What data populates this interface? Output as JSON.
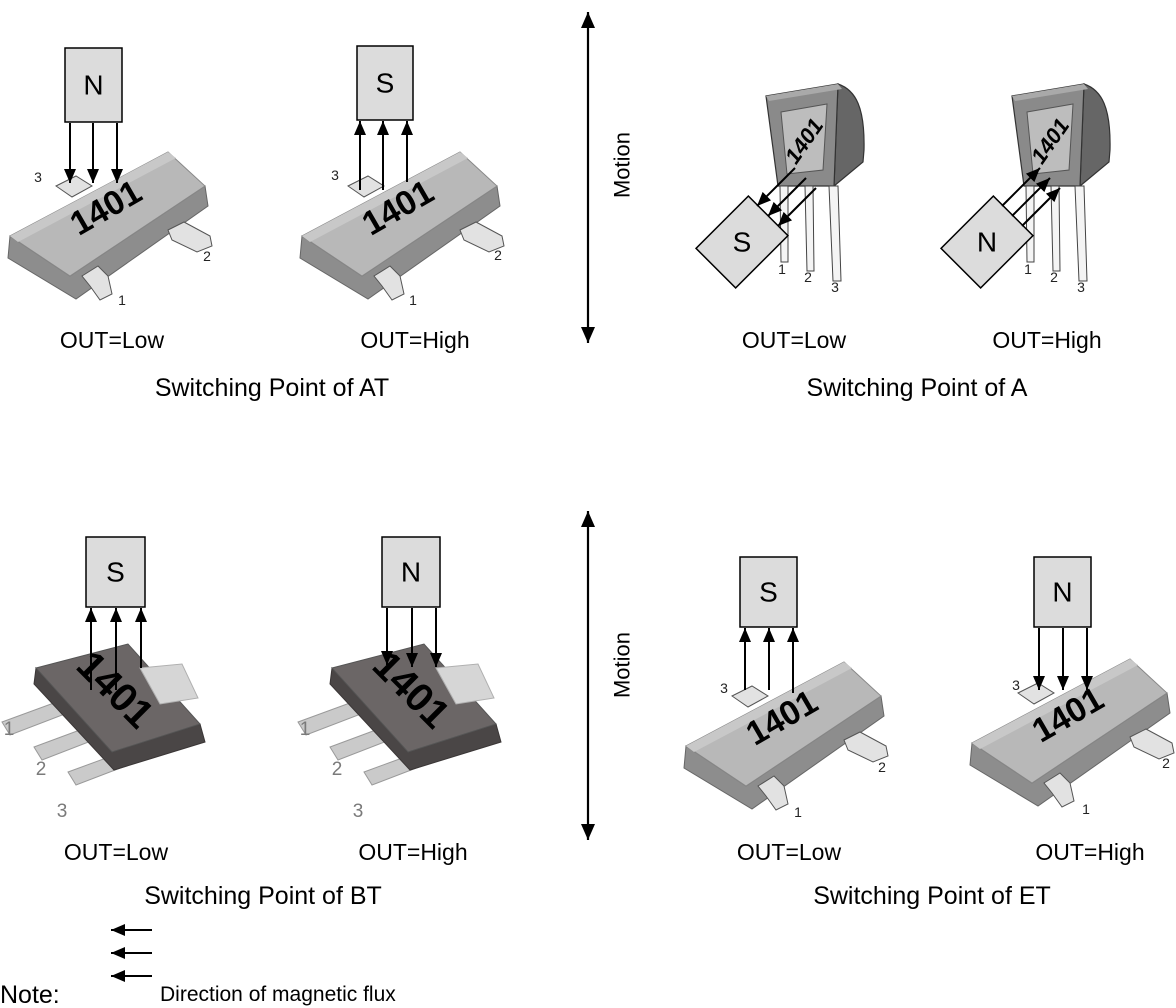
{
  "diagrams": {
    "at": {
      "caption": "Switching Point of AT",
      "low": {
        "magnet": "N",
        "output": "OUT=Low",
        "marking": "1401",
        "pins": [
          "1",
          "2",
          "3"
        ]
      },
      "high": {
        "magnet": "S",
        "output": "OUT=High",
        "marking": "1401",
        "pins": [
          "1",
          "2",
          "3"
        ]
      }
    },
    "a": {
      "caption": "Switching Point of A",
      "low": {
        "magnet": "S",
        "output": "OUT=Low",
        "marking": "1401",
        "pins": [
          "1",
          "2",
          "3"
        ]
      },
      "high": {
        "magnet": "N",
        "output": "OUT=High",
        "marking": "1401",
        "pins": [
          "1",
          "2",
          "3"
        ]
      }
    },
    "bt": {
      "caption": "Switching Point of BT",
      "low": {
        "magnet": "S",
        "output": "OUT=Low",
        "marking": "1401",
        "pins": [
          "1",
          "2",
          "3"
        ]
      },
      "high": {
        "magnet": "N",
        "output": "OUT=High",
        "marking": "1401",
        "pins": [
          "1",
          "2",
          "3"
        ]
      }
    },
    "et": {
      "caption": "Switching Point of ET",
      "low": {
        "magnet": "S",
        "output": "OUT=Low",
        "marking": "1401",
        "pins": [
          "1",
          "2",
          "3"
        ]
      },
      "high": {
        "magnet": "N",
        "output": "OUT=High",
        "marking": "1401",
        "pins": [
          "1",
          "2",
          "3"
        ]
      }
    }
  },
  "motion": "Motion",
  "note": {
    "label": "Note:",
    "legend": "Direction of magnetic flux"
  },
  "colors": {
    "magnet_fill": "#dcdcdc",
    "sot23_top": "#b8b8b8",
    "sot23_side": "#8d8d8d",
    "sot89_top": "#6b6666",
    "sot89_side": "#4a4646",
    "to92_face": "#8a8a8a",
    "to92_side": "#666666",
    "pin_label_gray": "#7a7a7a"
  }
}
